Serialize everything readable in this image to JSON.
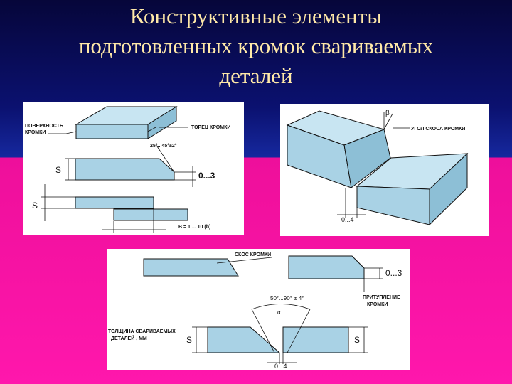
{
  "slide": {
    "title_lines": [
      "Конструктивные элементы",
      "подготовленных кромок свариваемых",
      "деталей"
    ]
  },
  "colors": {
    "part_fill": "#a9d2e5",
    "part_top": "#c8e5f2",
    "part_side": "#8dbfd6",
    "stroke": "#111111",
    "title": "#ffe9a8"
  },
  "diagram_left": {
    "surface_label": [
      "ПОВЕРХНОСТЬ",
      "КРОМКИ"
    ],
    "end_label": "ТОРЕЦ КРОМКИ",
    "angle_label": "25°...45°±2°",
    "s_label_1": "S",
    "blunt_label": "0...3",
    "s_label_2": "S",
    "gap_label": "B = 1 ... 10 (b)"
  },
  "diagram_right": {
    "beta_label": "β",
    "angle_label": "УГОЛ СКОСА КРОМКИ",
    "gap_label": "0...4"
  },
  "diagram_bottom": {
    "bevel_label": "СКОС КРОМКИ",
    "blunt_label": "0...3",
    "blunt_name": [
      "ПРИТУПЛЕНИЕ",
      "КРОМКИ"
    ],
    "groove_angle": "50°...90° ± 4°",
    "alpha_label": "α",
    "thickness_label": [
      "ТОЛЩИНА СВАРИВАЕМЫХ",
      "ДЕТАЛЕЙ     , ММ"
    ],
    "s_left": "S",
    "s_right": "S",
    "gap_label": "0...4"
  }
}
